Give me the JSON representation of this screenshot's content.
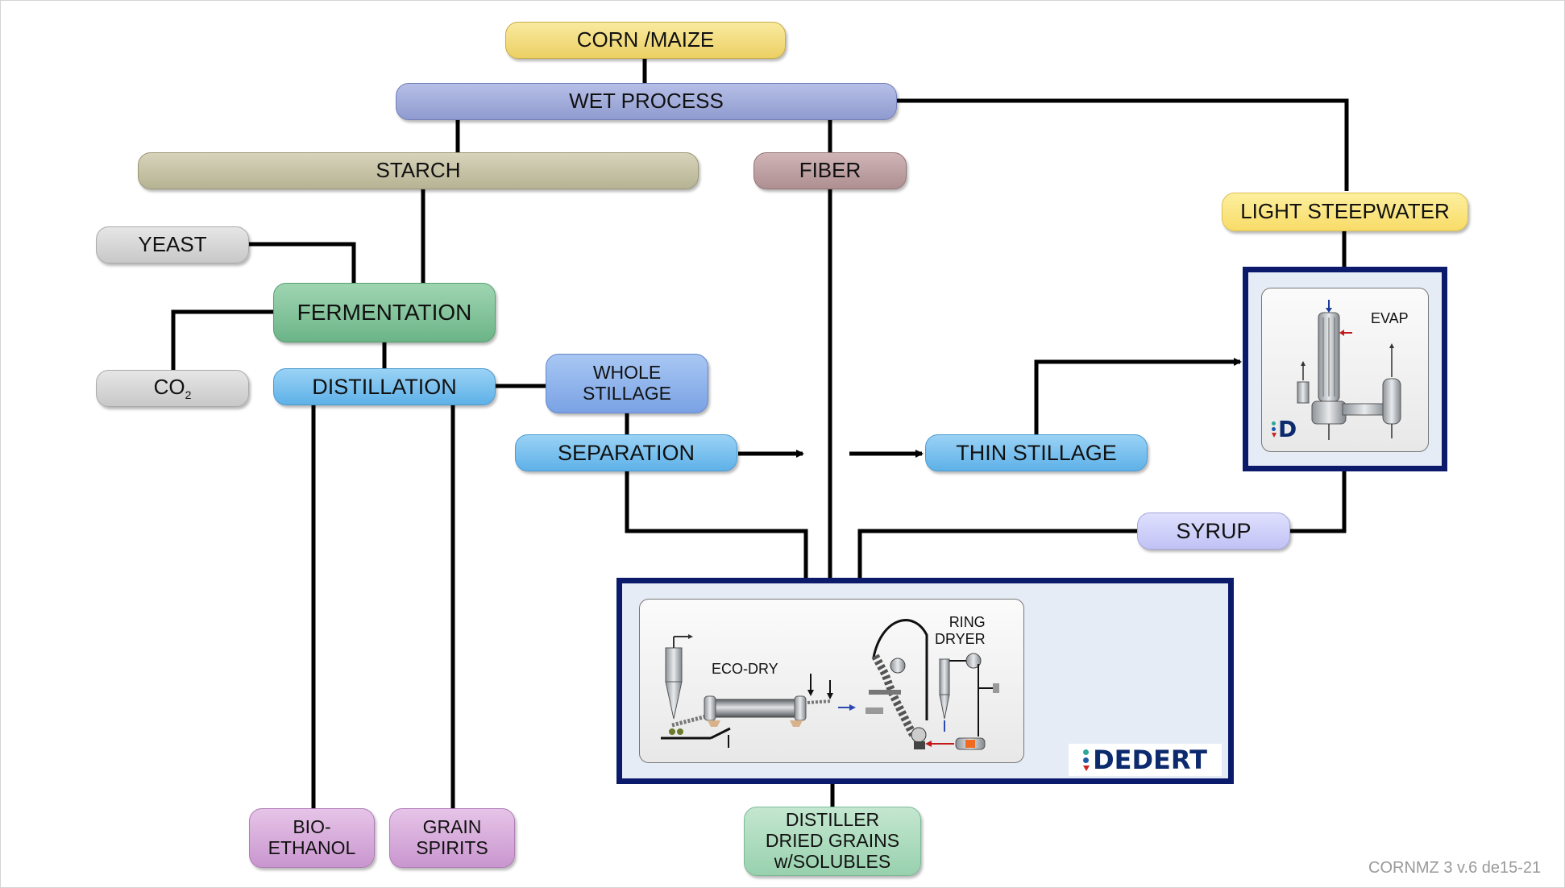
{
  "nodes": {
    "corn": "CORN /MAIZE",
    "wet_process": "WET PROCESS",
    "starch": "STARCH",
    "fiber": "FIBER",
    "light_steepwater": "LIGHT STEEPWATER",
    "yeast": "YEAST",
    "fermentation": "FERMENTATION",
    "co2": "CO",
    "co2_subscript": "2",
    "distillation": "DISTILLATION",
    "whole_stillage_line1": "WHOLE",
    "whole_stillage_line2": "STILLAGE",
    "separation": "SEPARATION",
    "thin_stillage": "THIN STILLAGE",
    "syrup": "SYRUP",
    "bioethanol_line1": "BIO-",
    "bioethanol_line2": "ETHANOL",
    "grain_spirits_line1": "GRAIN",
    "grain_spirits_line2": "SPIRITS",
    "ddgs_line1": "DISTILLER",
    "ddgs_line2": "DRIED GRAINS",
    "ddgs_line3": "w/SOLUBLES"
  },
  "evaporator": {
    "label": "EVAP"
  },
  "dryer": {
    "eco_dry_label": "ECO-DRY",
    "ring_dryer_line1": "RING",
    "ring_dryer_line2": "DRYER"
  },
  "brand": {
    "name": "DEDERT",
    "short": "D"
  },
  "footer": {
    "version": "CORNMZ 3 v.6 de15-21"
  },
  "colors": {
    "corn": "#f3dc7e",
    "wet_process": "#a2acd8",
    "starch": "#c6c3a5",
    "fiber": "#c0a1a3",
    "steepwater": "#fbe67f",
    "gray": "#d6d6d6",
    "fermentation": "#7ec49a",
    "blue": "#73c0ee",
    "whole_stillage": "#8fb2ec",
    "syrup": "#cfd0fb",
    "violet": "#d7a9dc",
    "green_product": "#a8dcbc",
    "frame": "#0b1a6b",
    "panel_fill": "#e6ecf6",
    "brand": "#0c2a6e"
  }
}
